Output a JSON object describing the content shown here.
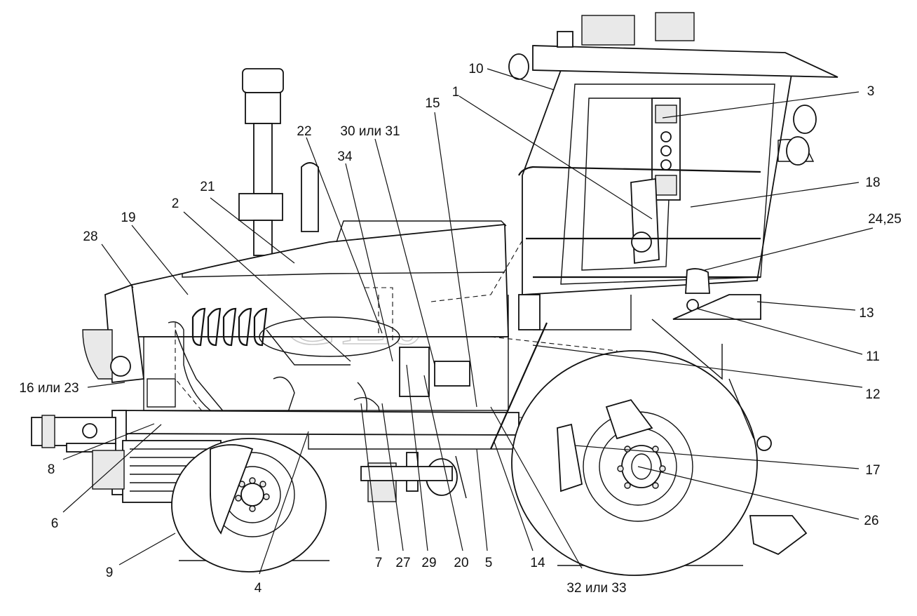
{
  "watermark": "CEJ",
  "callouts": [
    {
      "id": "c1",
      "text": "1"
    },
    {
      "id": "c2",
      "text": "2"
    },
    {
      "id": "c3",
      "text": "3"
    },
    {
      "id": "c4",
      "text": "4"
    },
    {
      "id": "c5",
      "text": "5"
    },
    {
      "id": "c6",
      "text": "6"
    },
    {
      "id": "c7",
      "text": "7"
    },
    {
      "id": "c8",
      "text": "8"
    },
    {
      "id": "c9",
      "text": "9"
    },
    {
      "id": "c10",
      "text": "10"
    },
    {
      "id": "c11",
      "text": "11"
    },
    {
      "id": "c12",
      "text": "12"
    },
    {
      "id": "c13",
      "text": "13"
    },
    {
      "id": "c14",
      "text": "14"
    },
    {
      "id": "c15",
      "text": "15"
    },
    {
      "id": "c16",
      "text": "16 или 23"
    },
    {
      "id": "c17",
      "text": "17"
    },
    {
      "id": "c18",
      "text": "18"
    },
    {
      "id": "c19",
      "text": "19"
    },
    {
      "id": "c20",
      "text": "20"
    },
    {
      "id": "c21",
      "text": "21"
    },
    {
      "id": "c22",
      "text": "22"
    },
    {
      "id": "c24",
      "text": "24,25"
    },
    {
      "id": "c26",
      "text": "26"
    },
    {
      "id": "c27",
      "text": "27"
    },
    {
      "id": "c28",
      "text": "28"
    },
    {
      "id": "c29",
      "text": "29"
    },
    {
      "id": "c30",
      "text": "30 или 31"
    },
    {
      "id": "c32",
      "text": "32 или 33"
    },
    {
      "id": "c34",
      "text": "34"
    }
  ]
}
